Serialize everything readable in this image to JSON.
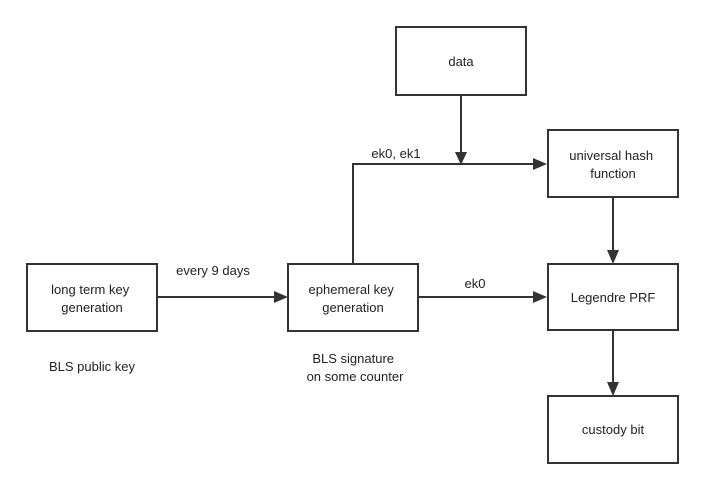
{
  "nodes": {
    "data": {
      "lines": [
        "data"
      ]
    },
    "universal_hash": {
      "lines": [
        "universal hash",
        "function"
      ]
    },
    "long_term_key": {
      "lines": [
        "long term key",
        "generation"
      ]
    },
    "ephemeral_key": {
      "lines": [
        "ephemeral key",
        "generation"
      ]
    },
    "legendre_prf": {
      "lines": [
        "Legendre PRF"
      ]
    },
    "custody_bit": {
      "lines": [
        "custody bit"
      ]
    }
  },
  "edges": {
    "every_9_days": "every 9 days",
    "ek0_ek1": "ek0, ek1",
    "ek0": "ek0"
  },
  "annotations": {
    "bls_public_key": [
      "BLS public key"
    ],
    "bls_signature": [
      "BLS signature",
      "on some counter"
    ]
  },
  "colors": {
    "stroke": "#333333",
    "text": "#222222",
    "background": "#ffffff"
  }
}
